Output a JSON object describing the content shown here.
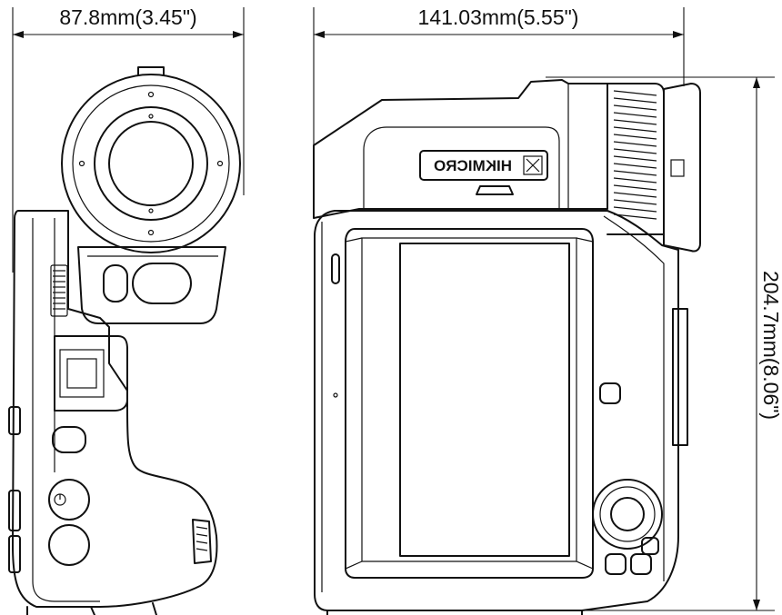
{
  "dimensions": {
    "side_width": "87.8mm(3.45\")",
    "front_width": "141.03mm(5.55\")",
    "height": "204.7mm(8.06\")"
  },
  "brand": {
    "logo_text": "HIKMICRO"
  },
  "views": [
    "side-view",
    "front-view"
  ]
}
